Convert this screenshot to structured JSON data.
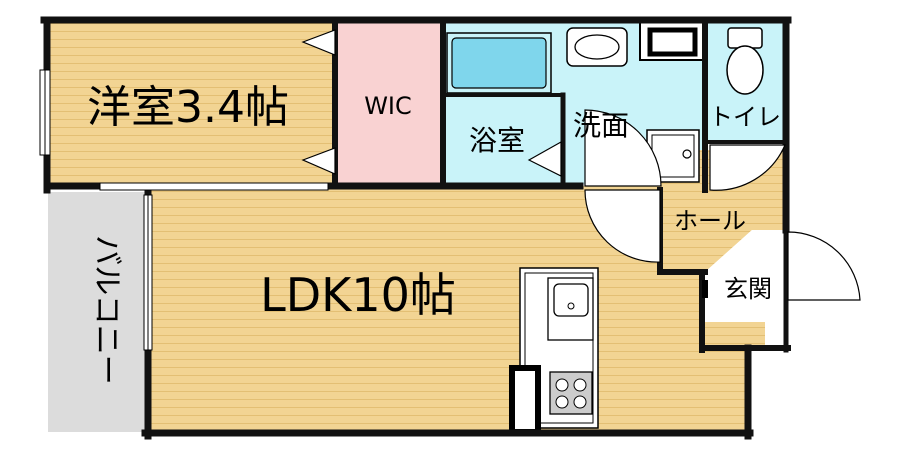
{
  "rooms": {
    "western_room": "洋室3.4帖",
    "wic": "WIC",
    "bathroom": "浴室",
    "washroom": "洗面",
    "toilet": "トイレ",
    "hall": "ホール",
    "entrance": "玄関",
    "ldk": "LDK10帖",
    "balcony": "バルコニー"
  },
  "colors": {
    "wood_floor": "#f2d493",
    "wood_stripe": "#e6c47c",
    "wic_floor": "#f9d2d2",
    "wet_area": "#c9f3f9",
    "balcony": "#dcdcdc",
    "entrance": "#ffffff",
    "wall": "#111111"
  }
}
